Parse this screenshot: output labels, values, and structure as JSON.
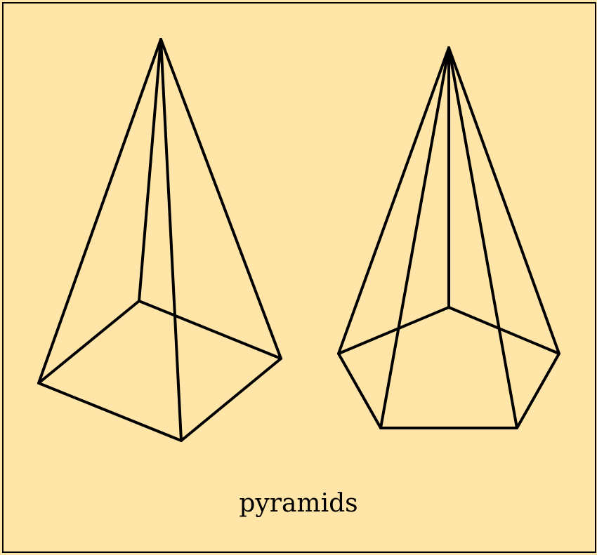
{
  "caption": "pyramids",
  "colors": {
    "background": "#FFE5A8",
    "stroke": "#000000",
    "frame": "#000000"
  },
  "shapes": [
    {
      "name": "square-pyramid",
      "base_sides": 4
    },
    {
      "name": "pentagonal-pyramid",
      "base_sides": 5
    }
  ]
}
